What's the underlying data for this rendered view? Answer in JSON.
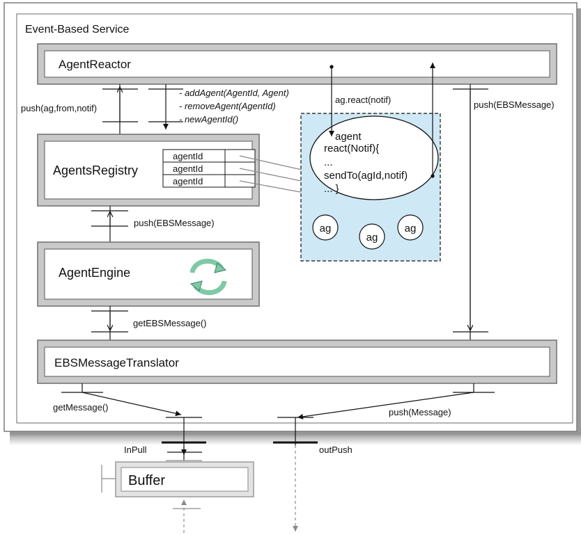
{
  "container": {
    "title": "Event-Based Service"
  },
  "components": {
    "agent_reactor": "AgentReactor",
    "agents_registry": "AgentsRegistry",
    "agent_engine": "AgentEngine",
    "translator": "EBSMessageTranslator",
    "buffer": "Buffer"
  },
  "registry_table": {
    "rows": [
      "agentId",
      "agentId",
      "agentId"
    ]
  },
  "agent_pool": {
    "agent_title": "agent",
    "code_lines": [
      "react(Notif){",
      "...",
      "sendTo(agId,notif)",
      "... }"
    ],
    "small_agents": [
      "ag",
      "ag",
      "ag"
    ]
  },
  "labels": {
    "push_ag_from_notif": "push(ag,from,notif)",
    "add_agent": "- addAgent(AgentId, Agent)",
    "remove_agent": "- removeAgent(AgentId)",
    "new_agent_id": "- newAgentId()",
    "ag_react": "ag.react(notif)",
    "push_ebs_right": "push(EBSMessage)",
    "push_ebs_left": "push(EBSMessage)",
    "get_ebs_message": "getEBSMessage()",
    "get_message": "getMessage()",
    "push_message": "push(Message)",
    "in_pull": "InPull",
    "out_push": "outPush"
  },
  "colors": {
    "box_border": "#7f7f7f",
    "box_fill": "#c9c9c9",
    "pool_fill": "#cfe8f5",
    "arrow_gray": "#8a8a8a",
    "cycle_green": "#7fc9a6"
  }
}
